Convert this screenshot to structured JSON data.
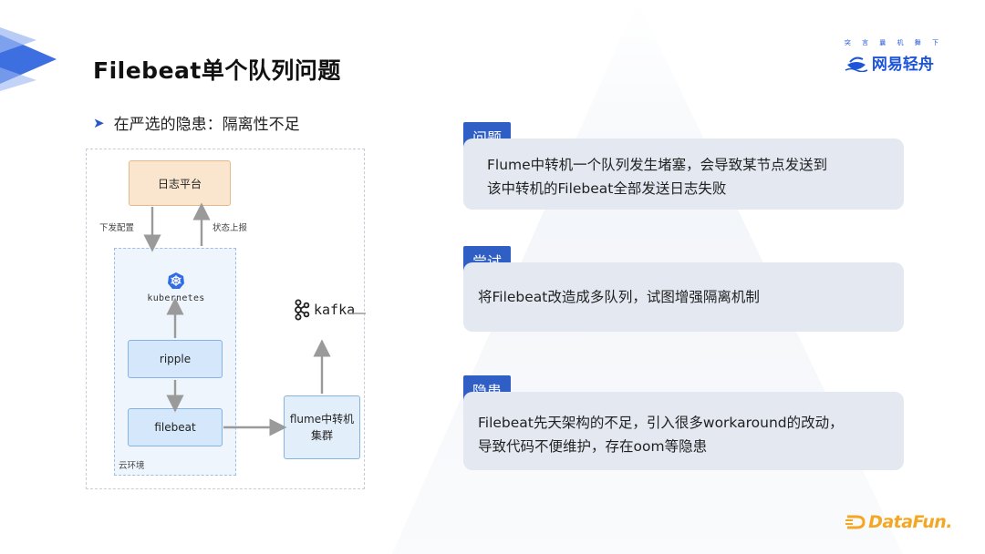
{
  "title": "Filebeat单个队列问题",
  "brand": {
    "slogan": "突 言 曩 机 舞 下",
    "name": "网易轻舟"
  },
  "bullet": "在严选的隐患：隔离性不足",
  "diagram": {
    "log_platform": "日志平台",
    "config_down": "下发配置",
    "status_up": "状态上报",
    "kubernetes": "kubernetes",
    "ripple": "ripple",
    "filebeat": "filebeat",
    "flume_line1": "flume中转机",
    "flume_line2": "集群",
    "kafka": "kafka",
    "cloud_env": "云环境"
  },
  "sections": [
    {
      "tag": "问题",
      "lines": [
        "Flume中转机一个队列发生堵塞，会导致某节点发送到",
        "该中转机的Filebeat全部发送日志失败"
      ]
    },
    {
      "tag": "尝试",
      "lines": [
        "将Filebeat改造成多队列，试图增强隔离机制"
      ]
    },
    {
      "tag": "隐患",
      "lines": [
        "Filebeat先天架构的不足，引入很多workaround的改动，",
        "导致代码不便维护，存在oom等隐患"
      ]
    }
  ],
  "footer_logo": "DataFun.",
  "colors": {
    "accent": "#2f5fc4",
    "card_bg": "#e3e8f1",
    "brand_blue": "#1e55d8",
    "datafun_orange": "#f5a623"
  }
}
